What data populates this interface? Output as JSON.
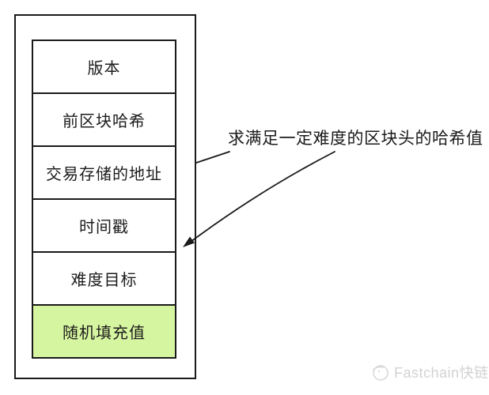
{
  "diagram": {
    "block_fields": [
      {
        "label": "版本",
        "highlighted": false
      },
      {
        "label": "前区块哈希",
        "highlighted": false
      },
      {
        "label": "交易存储的地址",
        "highlighted": false
      },
      {
        "label": "时间戳",
        "highlighted": false
      },
      {
        "label": "难度目标",
        "highlighted": false
      },
      {
        "label": "随机填充值",
        "highlighted": true
      }
    ],
    "annotation": "求满足一定难度的区块头的哈希值",
    "highlight_color": "#d6f5a0",
    "line_color": "#1a1a1a"
  },
  "watermark": {
    "text": "Fastchain快链",
    "color": "#d2d2d2"
  }
}
